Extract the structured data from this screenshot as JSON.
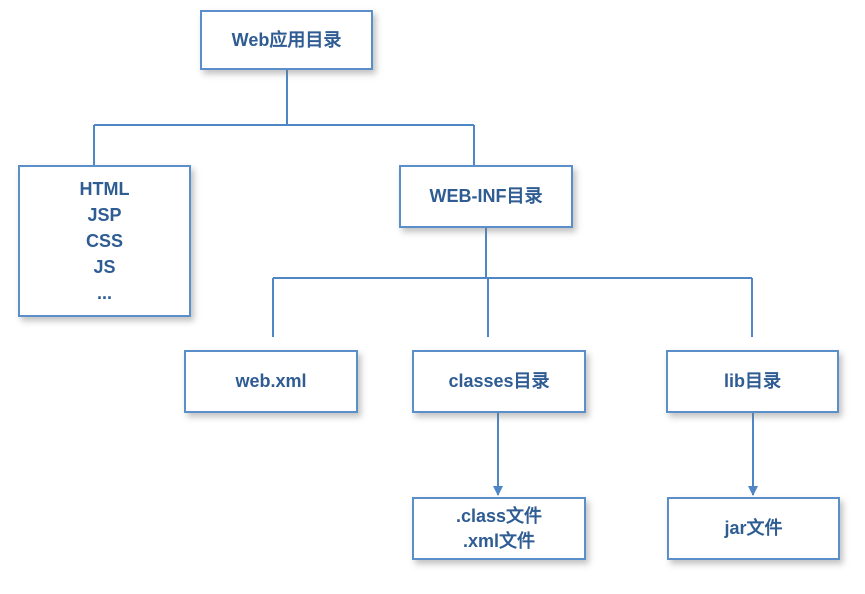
{
  "diagram": {
    "root": {
      "label": "Web应用目录"
    },
    "static_resources": {
      "lines": [
        "HTML",
        "JSP",
        "CSS",
        "JS",
        "..."
      ]
    },
    "web_inf": {
      "label": "WEB-INF目录"
    },
    "web_xml": {
      "label": "web.xml"
    },
    "classes": {
      "label": "classes目录"
    },
    "lib": {
      "label": "lib目录"
    },
    "class_files": {
      "lines": [
        ".class文件",
        ".xml文件"
      ]
    },
    "jar_files": {
      "label": "jar文件"
    }
  },
  "colors": {
    "box_border": "#5b8fc9",
    "connector": "#4f86c6",
    "text": "#2e5c93"
  }
}
